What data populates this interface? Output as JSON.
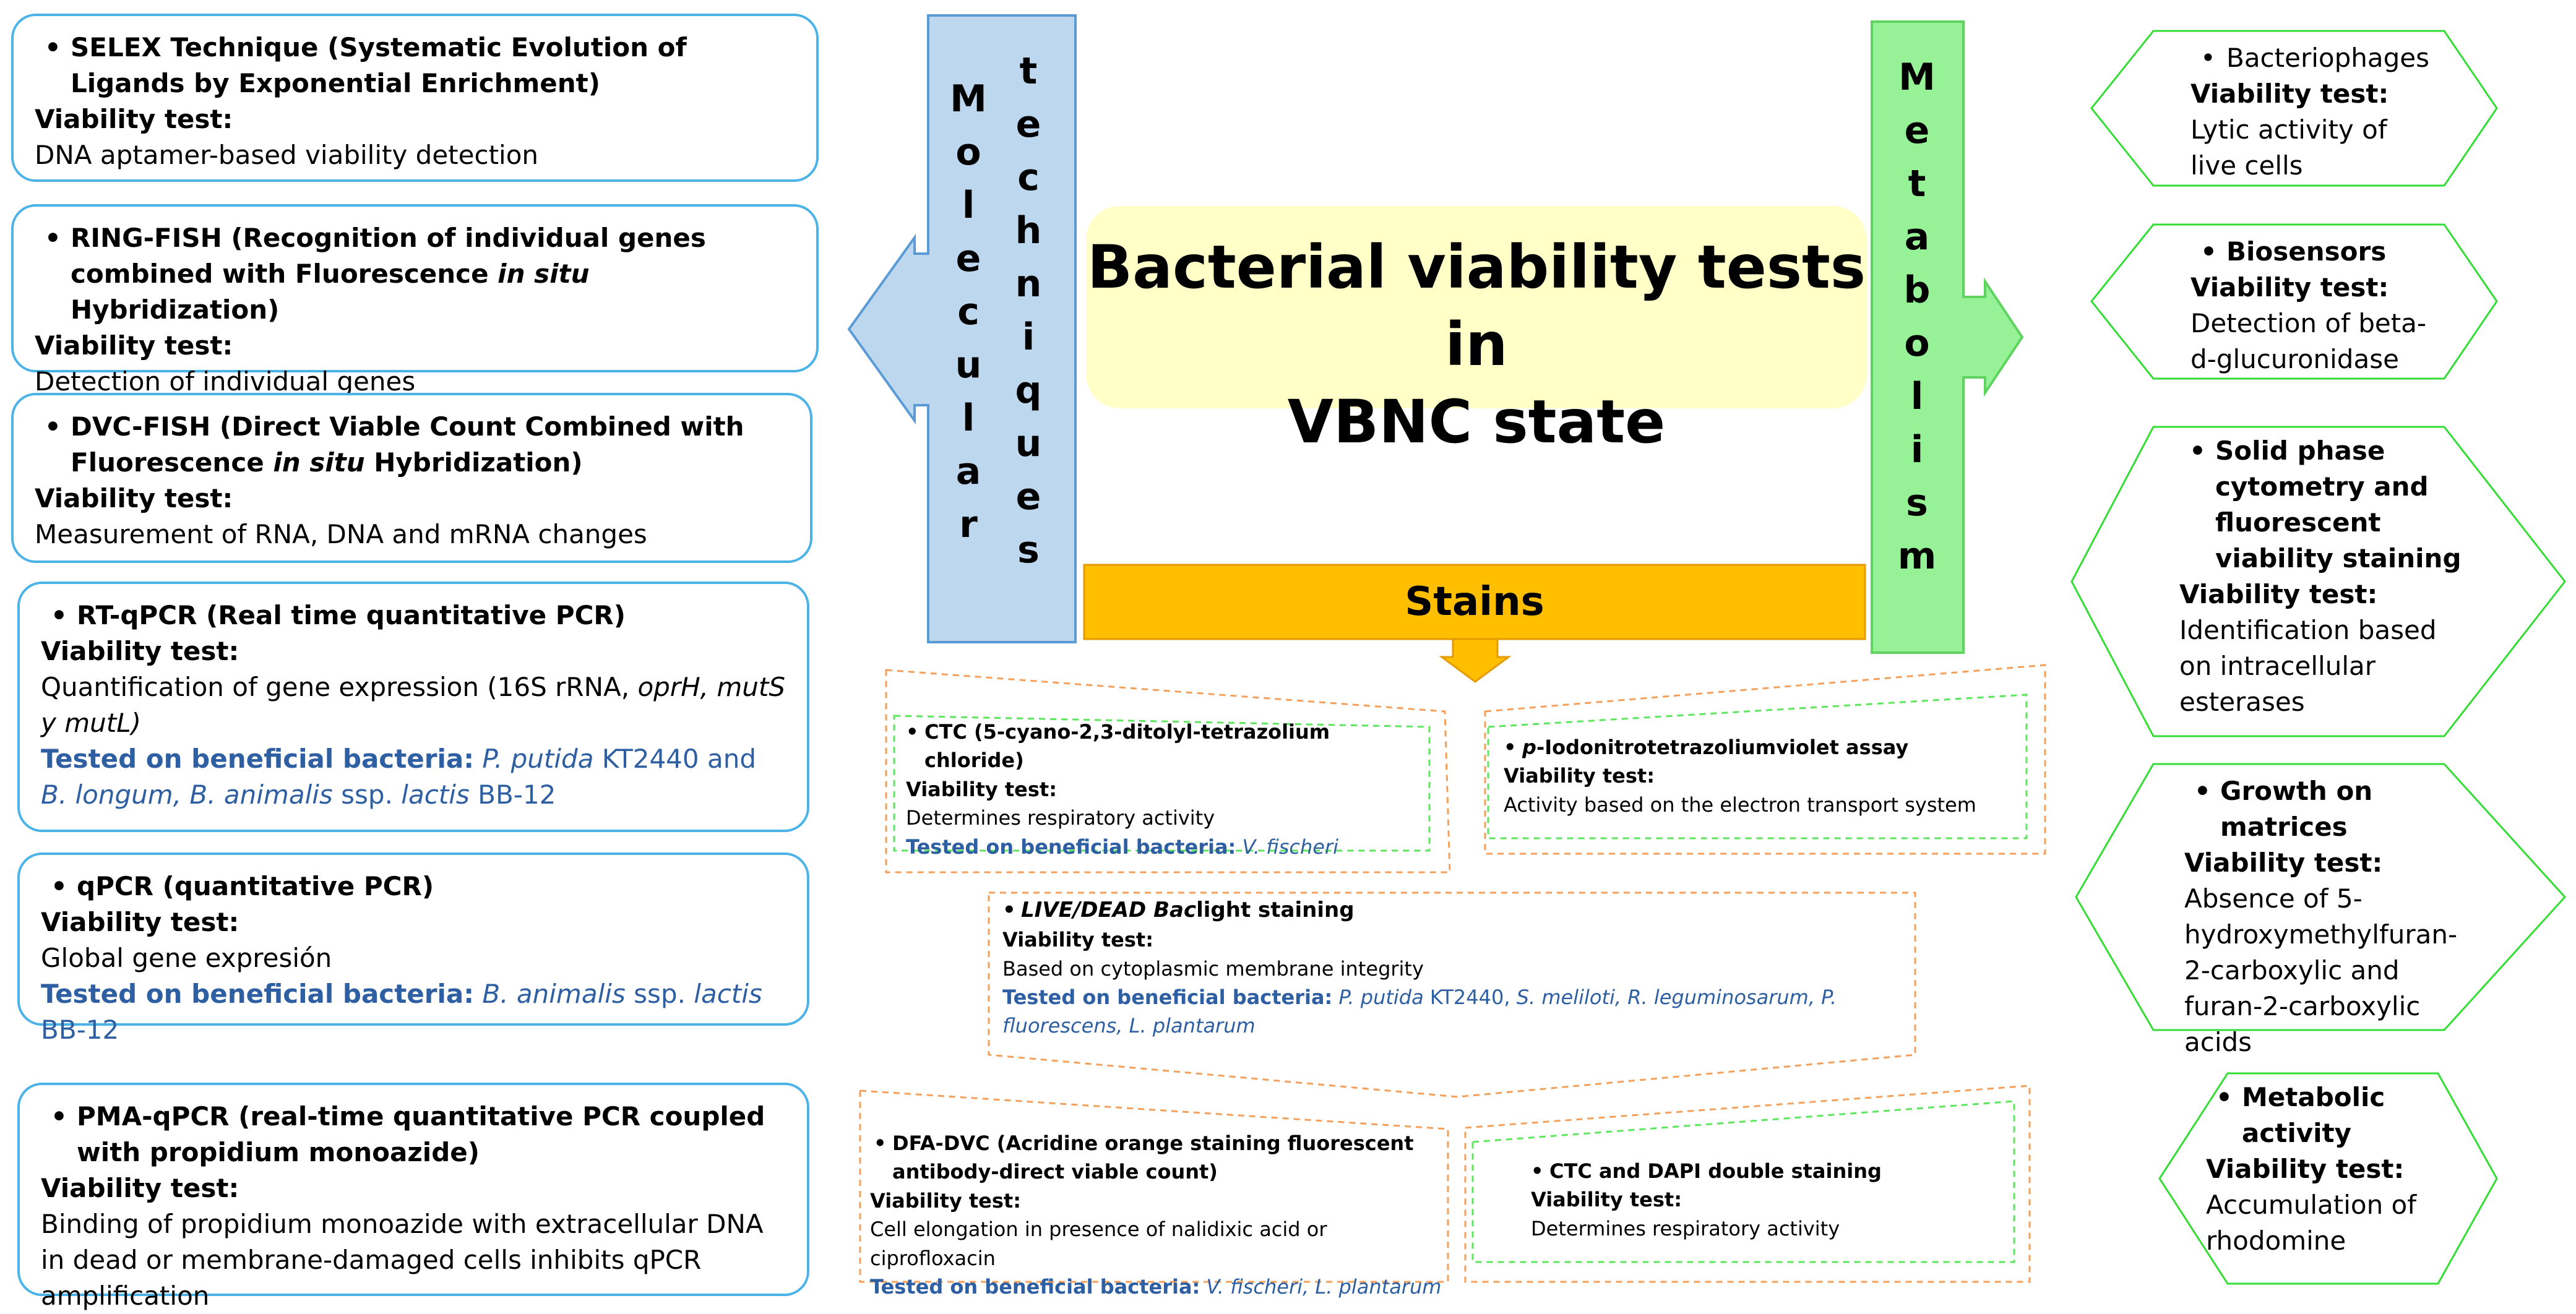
{
  "title": {
    "line1": "Bacterial viability tests in",
    "line2": "VBNC state"
  },
  "categories": {
    "molecular_word1": [
      "M",
      "o",
      "l",
      "e",
      "c",
      "u",
      "l",
      "a",
      "r"
    ],
    "molecular_word2": [
      "t",
      "e",
      "c",
      "h",
      "n",
      "i",
      "q",
      "u",
      "e",
      "s"
    ],
    "metabolism": [
      "M",
      "e",
      "t",
      "a",
      "b",
      "o",
      "l",
      "i",
      "s",
      "m"
    ],
    "stains": "Stains"
  },
  "colors": {
    "molecular_arrow": "#bdd7ee",
    "molecular_border": "#5b9bd5",
    "metabolism_arrow": "#97f297",
    "metabolism_border": "#5fd35f",
    "stains_bar": "#ffbf00",
    "title_bg": "#ffffc7",
    "left_box_border": "#4bb3e8",
    "hex_border": "#33dd33",
    "stain_outer_border": "#f4a05a",
    "stain_inner_border": "#5ce65c",
    "tested_text": "#2e5fa3"
  },
  "labels": {
    "viability_test": "Viability test:",
    "tested_on": "Tested on beneficial bacteria:"
  },
  "molecular": [
    {
      "title": "SELEX Technique (Systematic Evolution of Ligands by Exponential Enrichment)",
      "test": "DNA aptamer-based viability detection"
    },
    {
      "title_a": "RING-FISH (Recognition of individual genes combined with Fluorescence ",
      "title_i": "in situ",
      "title_b": " Hybridization)",
      "test": "Detection of individual genes"
    },
    {
      "title_a": "DVC-FISH (Direct Viable Count Combined with Fluorescence ",
      "title_i": "in situ",
      "title_b": " Hybridization)",
      "test": "Measurement of RNA, DNA and mRNA changes"
    },
    {
      "title": "RT-qPCR (Real time quantitative PCR)",
      "test_a": "Quantification of gene expression (16S rRNA, ",
      "test_i": "oprH, mutS y mutL)",
      "bact_1": "P. putida",
      "bact_2": " KT2440 and ",
      "bact_3": "B. longum, B. animalis",
      "bact_4": " ssp. ",
      "bact_5": "lactis",
      "bact_6": " BB-12"
    },
    {
      "title": "qPCR (quantitative PCR)",
      "test": "Global gene expresión",
      "bact_1": "B. animalis",
      "bact_2": " ssp. ",
      "bact_3": "lactis",
      "bact_4": " BB-12"
    },
    {
      "title": "PMA-qPCR (real-time quantitative PCR coupled with propidium monoazide)",
      "test": "Binding of propidium monoazide with extracellular DNA in dead or membrane-damaged cells inhibits qPCR amplification"
    }
  ],
  "metabolism": [
    {
      "title": "Bacteriophages",
      "test": "Lytic activity of live cells"
    },
    {
      "title": "Biosensors",
      "test": "Detection of beta-d-glucuronidase"
    },
    {
      "title": "Solid phase cytometry and fluorescent viability staining",
      "test": "Identification based on intracellular esterases"
    },
    {
      "title": "Growth on matrices",
      "test": "Absence of 5-hydroxymethylfuran-2-carboxylic and furan-2-carboxylic acids"
    },
    {
      "title": "Metabolic activity",
      "test": "Accumulation of rhodomine"
    }
  ],
  "stains": [
    {
      "title": "CTC (5-cyano-2,3-ditolyl-tetrazolium chloride)",
      "test": "Determines respiratory activity",
      "bact": "V. fischeri"
    },
    {
      "title_i": "p",
      "title_b": "-Iodonitrotetrazoliumviolet assay",
      "test": "Activity based on the electron transport system"
    },
    {
      "title_i1": "LIVE/DEAD Bac",
      "title_b": "light staining",
      "test": "Based on cytoplasmic membrane integrity",
      "bact_1": "P. putida",
      "bact_2": " KT2440, ",
      "bact_3": "S. meliloti, R. leguminosarum, P. fluorescens, L. plantarum"
    },
    {
      "title": "DFA-DVC (Acridine orange staining fluorescent antibody-direct viable count)",
      "test": "Cell elongation in presence of nalidixic acid or ciprofloxacin",
      "bact": "V. fischeri, L. plantarum"
    },
    {
      "title": "CTC and DAPI double staining",
      "test": "Determines respiratory activity"
    }
  ]
}
